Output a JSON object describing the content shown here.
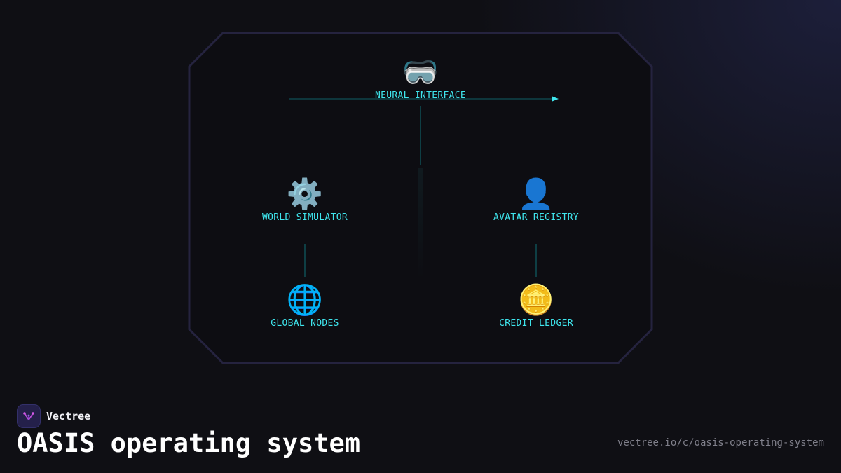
{
  "diagram": {
    "nodes": [
      {
        "id": "neural",
        "label": "NEURAL INTERFACE",
        "icon": "vr-goggles-icon",
        "glyph": "🥽"
      },
      {
        "id": "world",
        "label": "WORLD SIMULATOR",
        "icon": "gear-icon",
        "glyph": "⚙️"
      },
      {
        "id": "avatar",
        "label": "AVATAR REGISTRY",
        "icon": "person-silhouette-icon",
        "glyph": "👤"
      },
      {
        "id": "global",
        "label": "GLOBAL NODES",
        "icon": "globe-icon",
        "glyph": "🌐"
      },
      {
        "id": "credit",
        "label": "CREDIT LEDGER",
        "icon": "coin-icon",
        "glyph": "🪙"
      }
    ],
    "colors": {
      "label": "#3fe6ee",
      "connector": "#0f5f66",
      "frame": "#25233f",
      "background": "#0f0f14"
    }
  },
  "footer": {
    "brand_name": "Vectree",
    "title": "OASIS operating system",
    "url": "vectree.io/c/oasis-operating-system"
  }
}
